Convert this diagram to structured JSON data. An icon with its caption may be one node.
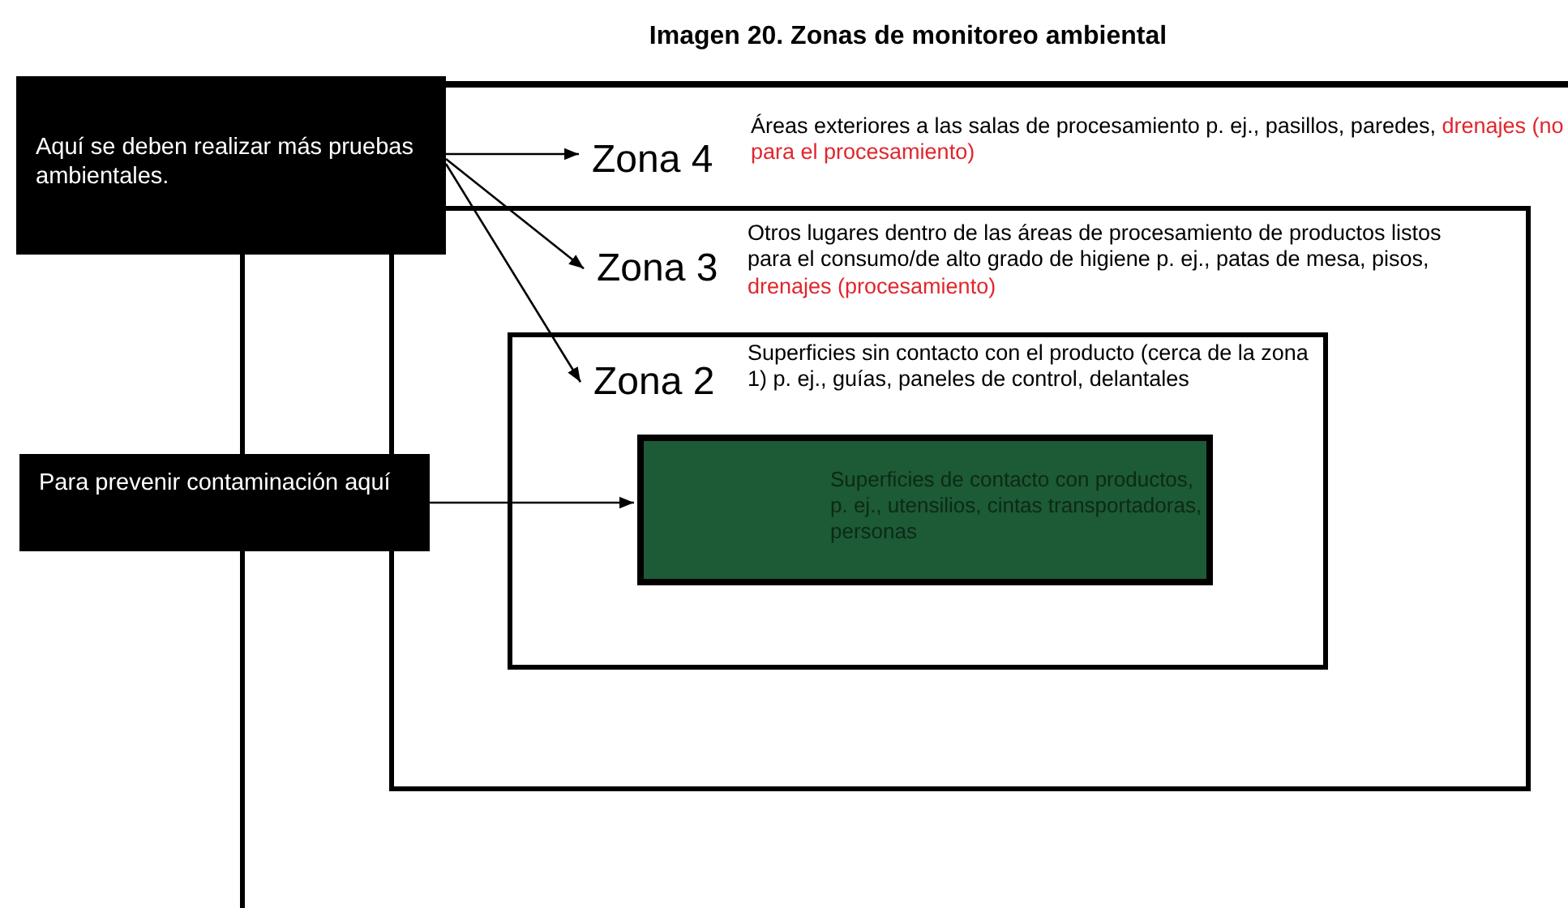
{
  "diagram": {
    "title": "Imagen 20. Zonas de monitoreo ambiental",
    "nodes": [
      {
        "text": [
          "Aquí se deben realizar más pruebas ambientales."
        ]
      },
      {
        "text": [
          "Zona 4",
          "Áreas exteriores a las salas de procesamiento p. ej., pasillos, paredes,",
          "drenajes (no para el procesamiento)"
        ]
      },
      {
        "text": [
          "Zona 3",
          "Otros lugares dentro de las áreas de procesamiento de productos listos para el consumo/de alto grado de higiene p. ej., patas de mesa, pisos,",
          "drenajes (procesamiento)"
        ],
        "in": 1
      },
      {
        "text": [
          "Zona 2",
          "Superficies sin contacto con el producto (cerca de la zona 1) p. ej., guías, paneles de control, delantales"
        ],
        "in": 2
      },
      {
        "text": [
          "Superficies de contacto con productos, p. ej., utensilios, cintas transportadoras, personas"
        ],
        "in": 3
      },
      {
        "text": [
          "Para prevenir contaminación aquí"
        ]
      }
    ],
    "edges": [
      {
        "from": 0,
        "to": 1,
        "arrow": "to"
      },
      {
        "from": 0,
        "to": 2,
        "arrow": "to"
      },
      {
        "from": 0,
        "to": 3,
        "arrow": "to"
      },
      {
        "from": 5,
        "to": 4,
        "arrow": "to"
      }
    ]
  }
}
